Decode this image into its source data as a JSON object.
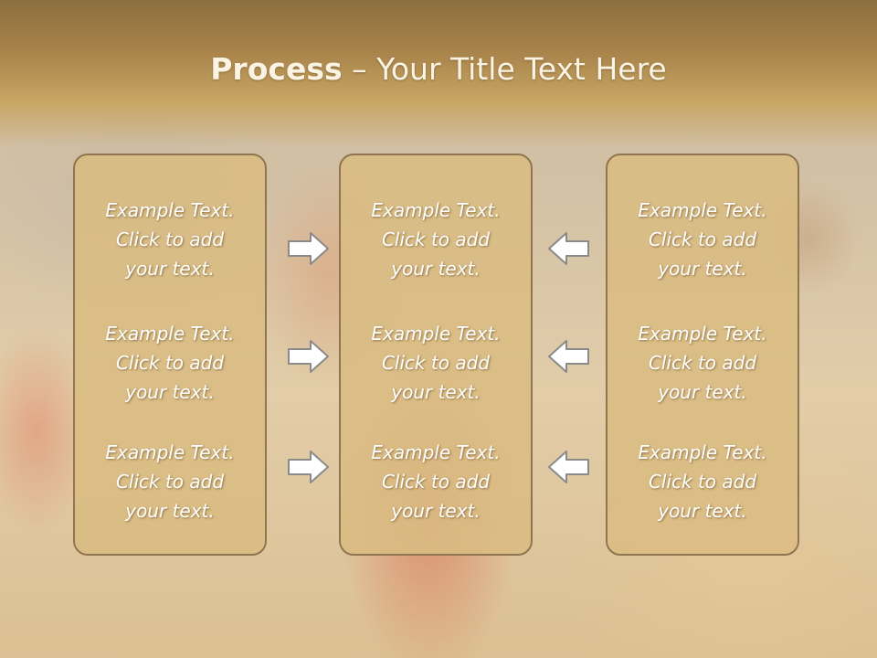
{
  "title": {
    "bold": "Process",
    "rest": " – Your Title Text Here"
  },
  "columns": [
    {
      "items": [
        {
          "line1": "Example Text.",
          "line2": "Click  to add",
          "line3": "your text."
        },
        {
          "line1": "Example Text.",
          "line2": "Click  to add",
          "line3": "your text."
        },
        {
          "line1": "Example Text.",
          "line2": "Click  to add",
          "line3": "your text."
        }
      ]
    },
    {
      "items": [
        {
          "line1": "Example Text.",
          "line2": "Click  to add",
          "line3": "your text."
        },
        {
          "line1": "Example Text.",
          "line2": "Click  to add",
          "line3": "your text."
        },
        {
          "line1": "Example Text.",
          "line2": "Click  to add",
          "line3": "your text."
        }
      ]
    },
    {
      "items": [
        {
          "line1": "Example Text.",
          "line2": "Click  to add",
          "line3": "your text."
        },
        {
          "line1": "Example Text.",
          "line2": "Click  to add",
          "line3": "your text."
        },
        {
          "line1": "Example Text.",
          "line2": "Click  to add",
          "line3": "your text."
        }
      ]
    }
  ],
  "arrows": {
    "left": [
      "arrow-right-icon",
      "arrow-right-icon",
      "arrow-right-icon"
    ],
    "right": [
      "arrow-left-icon",
      "arrow-left-icon",
      "arrow-left-icon"
    ]
  },
  "colors": {
    "box_fill": "#d9bc82",
    "box_border": "#8f7650",
    "title_band": "#a8834a",
    "text": "#ffffff"
  }
}
